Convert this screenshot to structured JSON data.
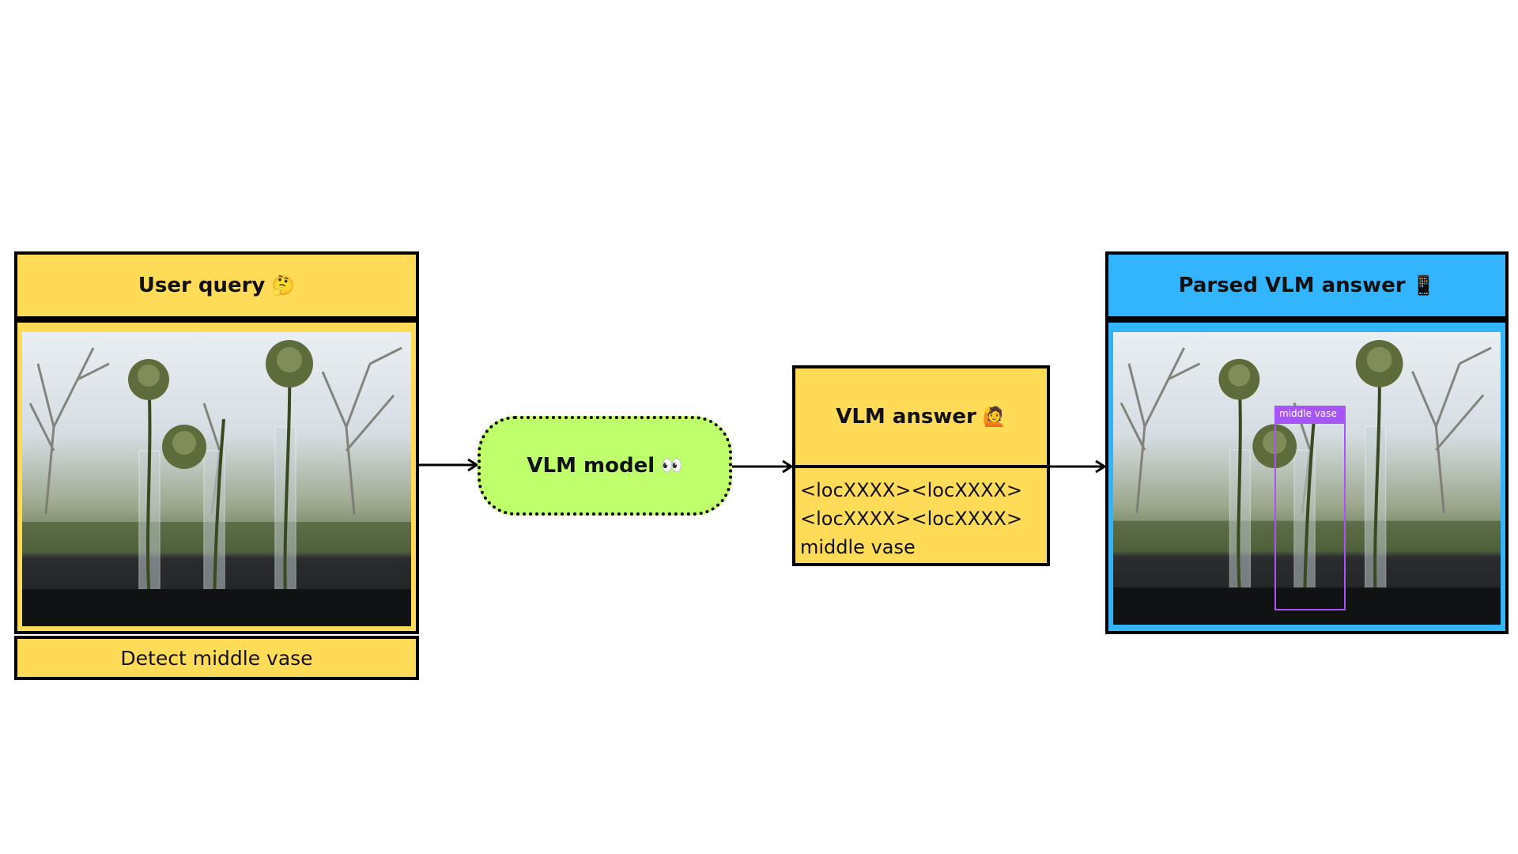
{
  "query": {
    "title": "User query",
    "emoji": "🤔",
    "text": "Detect middle vase"
  },
  "model": {
    "label": "VLM model",
    "emoji": "👀"
  },
  "answer": {
    "title": "VLM answer",
    "emoji": "🙋",
    "lines": [
      "<locXXXX><locXXXX>",
      "<locXXXX><locXXXX>",
      "middle vase"
    ]
  },
  "parsed": {
    "title": "Parsed VLM answer",
    "emoji": "📱",
    "bbox_label": "middle vase"
  },
  "colors": {
    "yellow": "#ffdb58",
    "blue": "#33b5fd",
    "green": "#bfff6b",
    "bbox": "#a855f7"
  }
}
